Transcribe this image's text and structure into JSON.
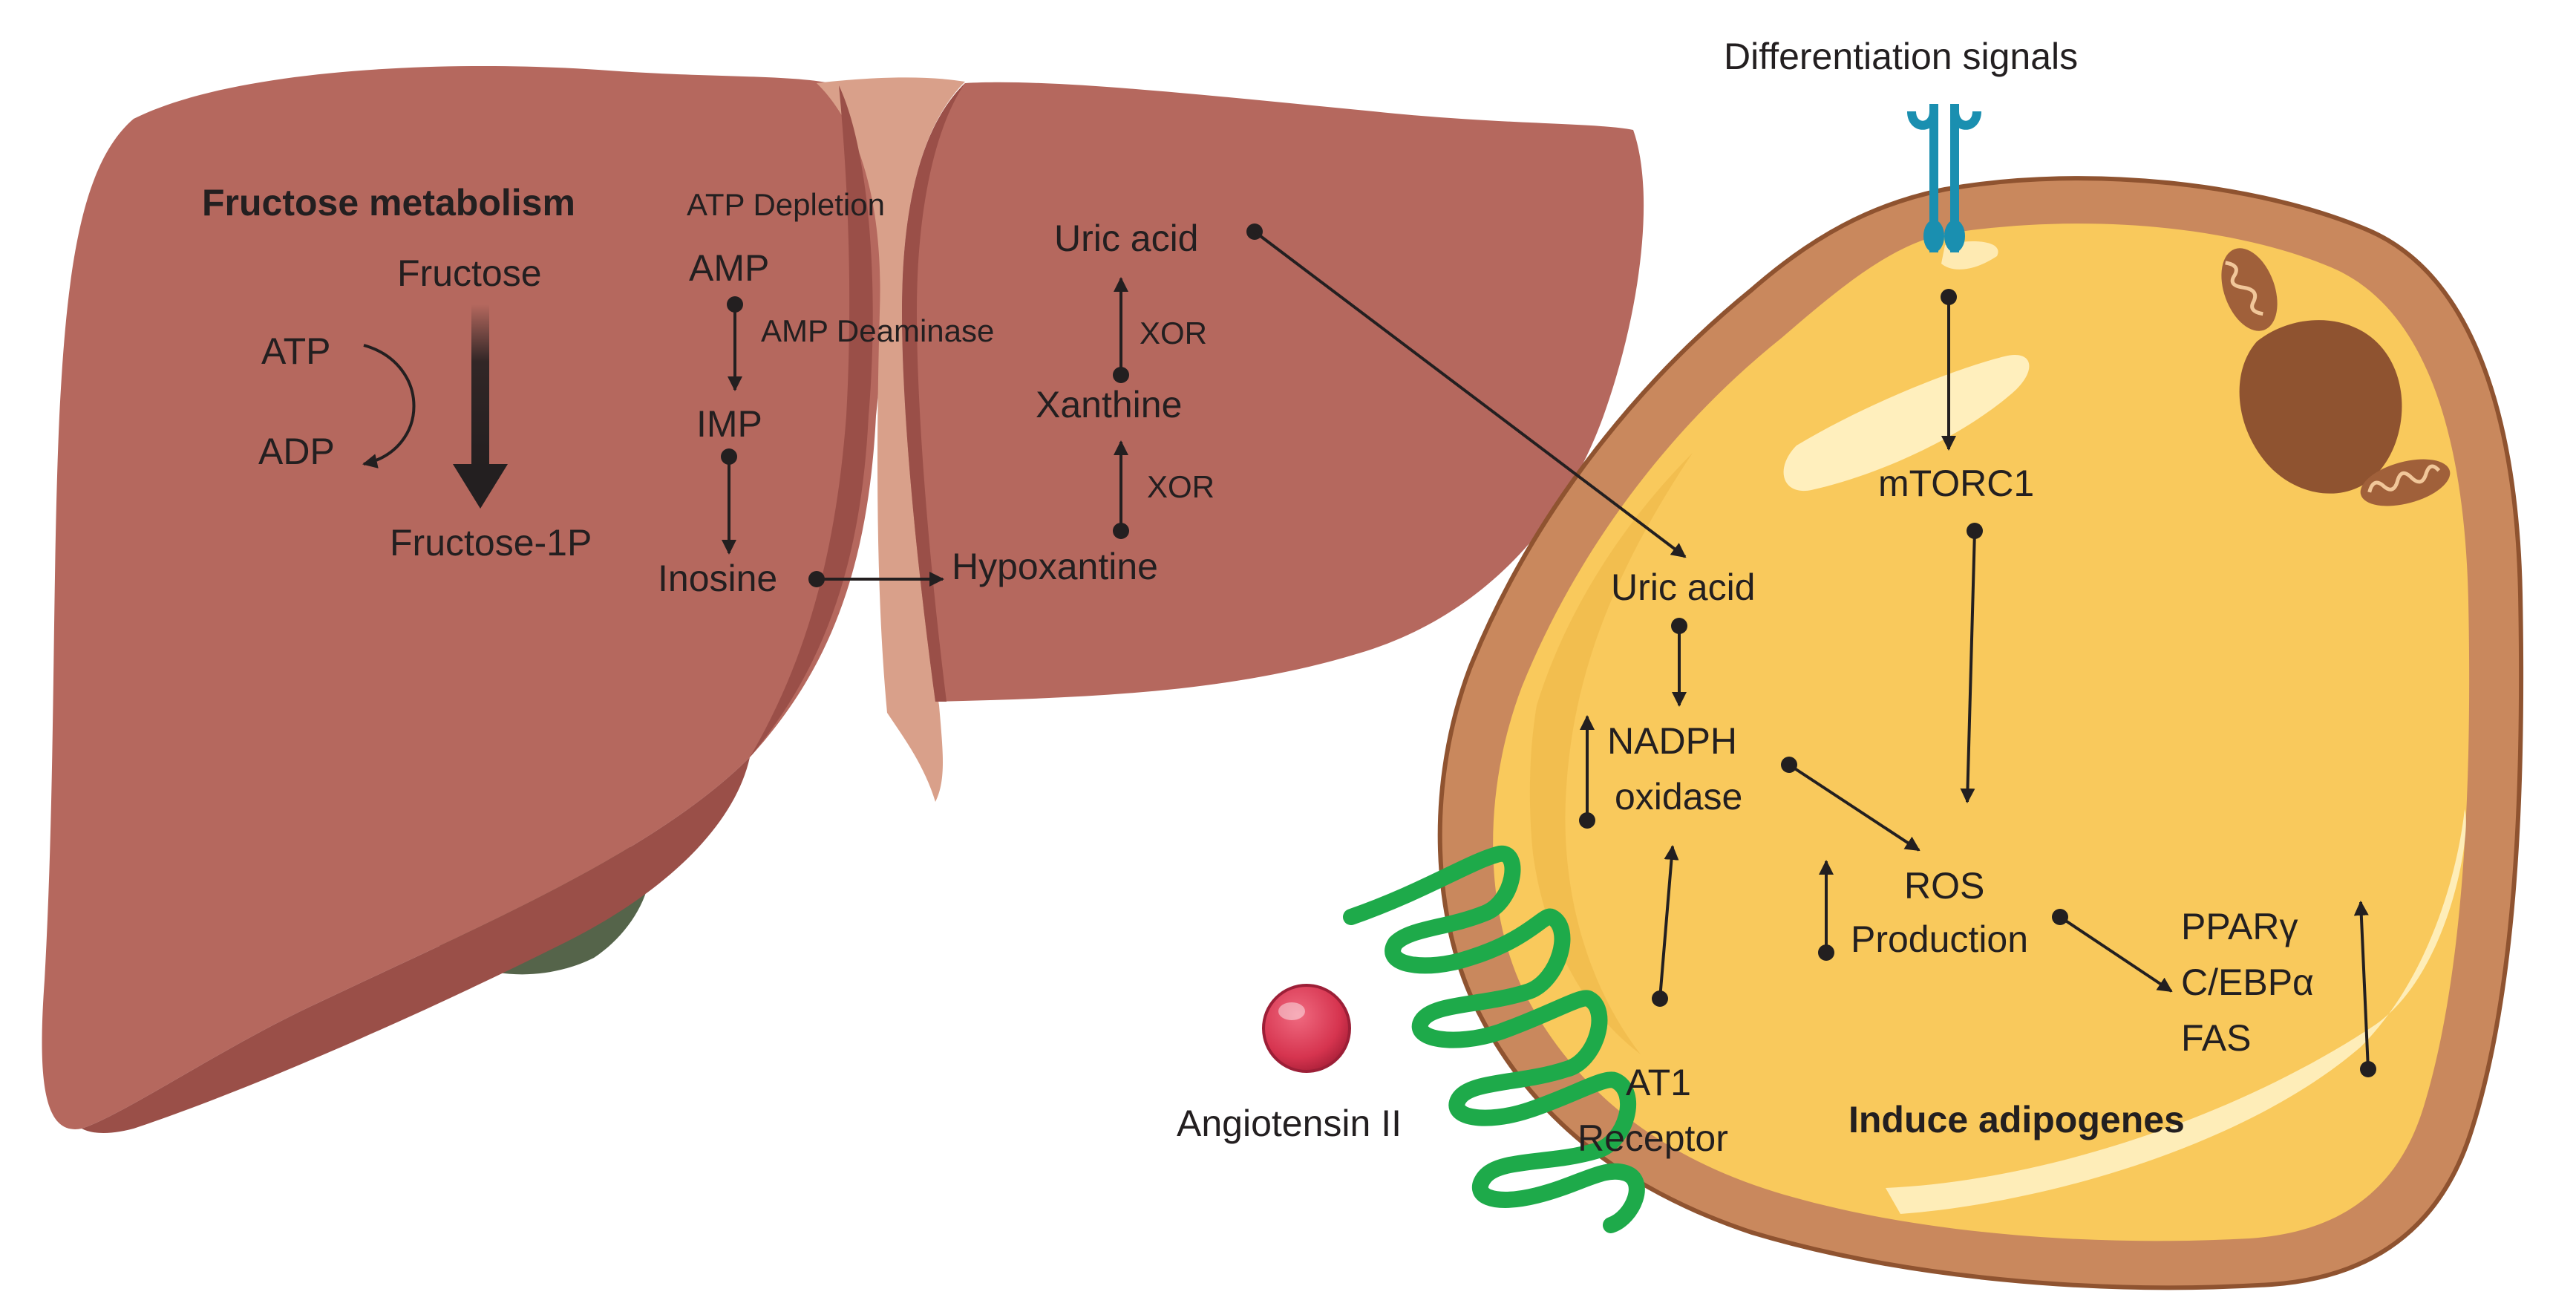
{
  "colors": {
    "liver": "#b5685e",
    "liver_dark": "#9a4f48",
    "ligament": "#d9a08a",
    "gallbladder": "#55644a",
    "cell_membrane": "#c9885d",
    "cytoplasm": "#f9c95c",
    "nucleus": "#8f5330",
    "receptor_blue": "#1a8fb0",
    "receptor_green": "#1eaa4a",
    "angiotensin": "#d6344f",
    "text": "#231f20"
  },
  "icons": [
    "liver-organ",
    "adipocyte-cell",
    "mitochondrion-icon",
    "nucleus",
    "membrane-receptor-icon",
    "gpcr-receptor-icon",
    "molecule-sphere-icon"
  ],
  "liver": {
    "fructose_title": "Fructose metabolism",
    "fructose": "Fructose",
    "atp": "ATP",
    "adp": "ADP",
    "fructose_1p": "Fructose-1P",
    "atp_depletion": "ATP Depletion",
    "amp": "AMP",
    "amp_deaminase": "AMP Deaminase",
    "imp": "IMP",
    "inosine": "Inosine",
    "hypoxantine": "Hypoxantine",
    "xor_1": "XOR",
    "xanthine": "Xanthine",
    "xor_2": "XOR",
    "uric_acid": "Uric acid"
  },
  "cell": {
    "differentiation_signals": "Differentiation signals",
    "mtorc1": "mTORC1",
    "uric_acid": "Uric acid",
    "nadph_line1": "NADPH",
    "nadph_line2": "oxidase",
    "ros_line1": "ROS",
    "ros_line2": "Production",
    "ppar": "PPARγ",
    "cebp": "C/EBPα",
    "fas": "FAS",
    "induce": "Induce adipogenes",
    "at1_line1": "AT1",
    "at1_line2": "Receptor",
    "angiotensin": "Angiotensin II"
  }
}
